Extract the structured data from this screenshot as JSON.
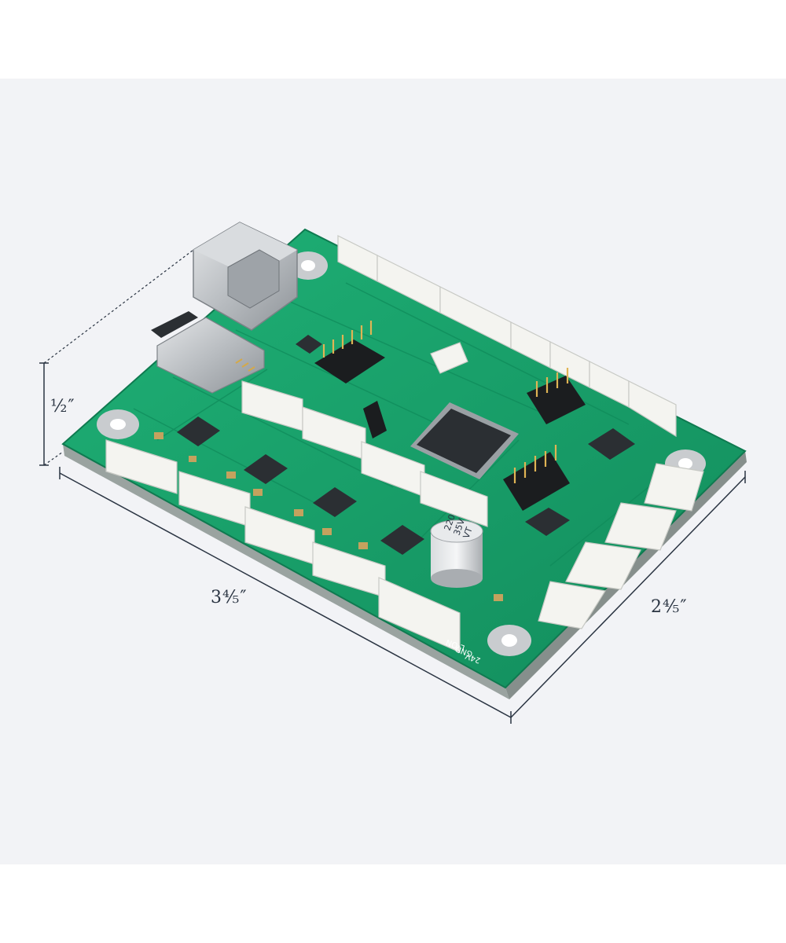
{
  "dimensions": {
    "height": "½″",
    "length": "3⅘″",
    "width": "2⅘″"
  },
  "board": {
    "capacitor_marking_1": "220",
    "capacitor_marking_2": "35V",
    "capacitor_marking_3": "VT",
    "power_labels": [
      "24V",
      "GND",
      "L-ON"
    ]
  },
  "colors": {
    "background": "#f2f3f6",
    "pcb_green": "#17a06a",
    "connector_white": "#f4f4f0",
    "chip_black": "#2b2f33",
    "dimension_line": "#2a3442"
  }
}
